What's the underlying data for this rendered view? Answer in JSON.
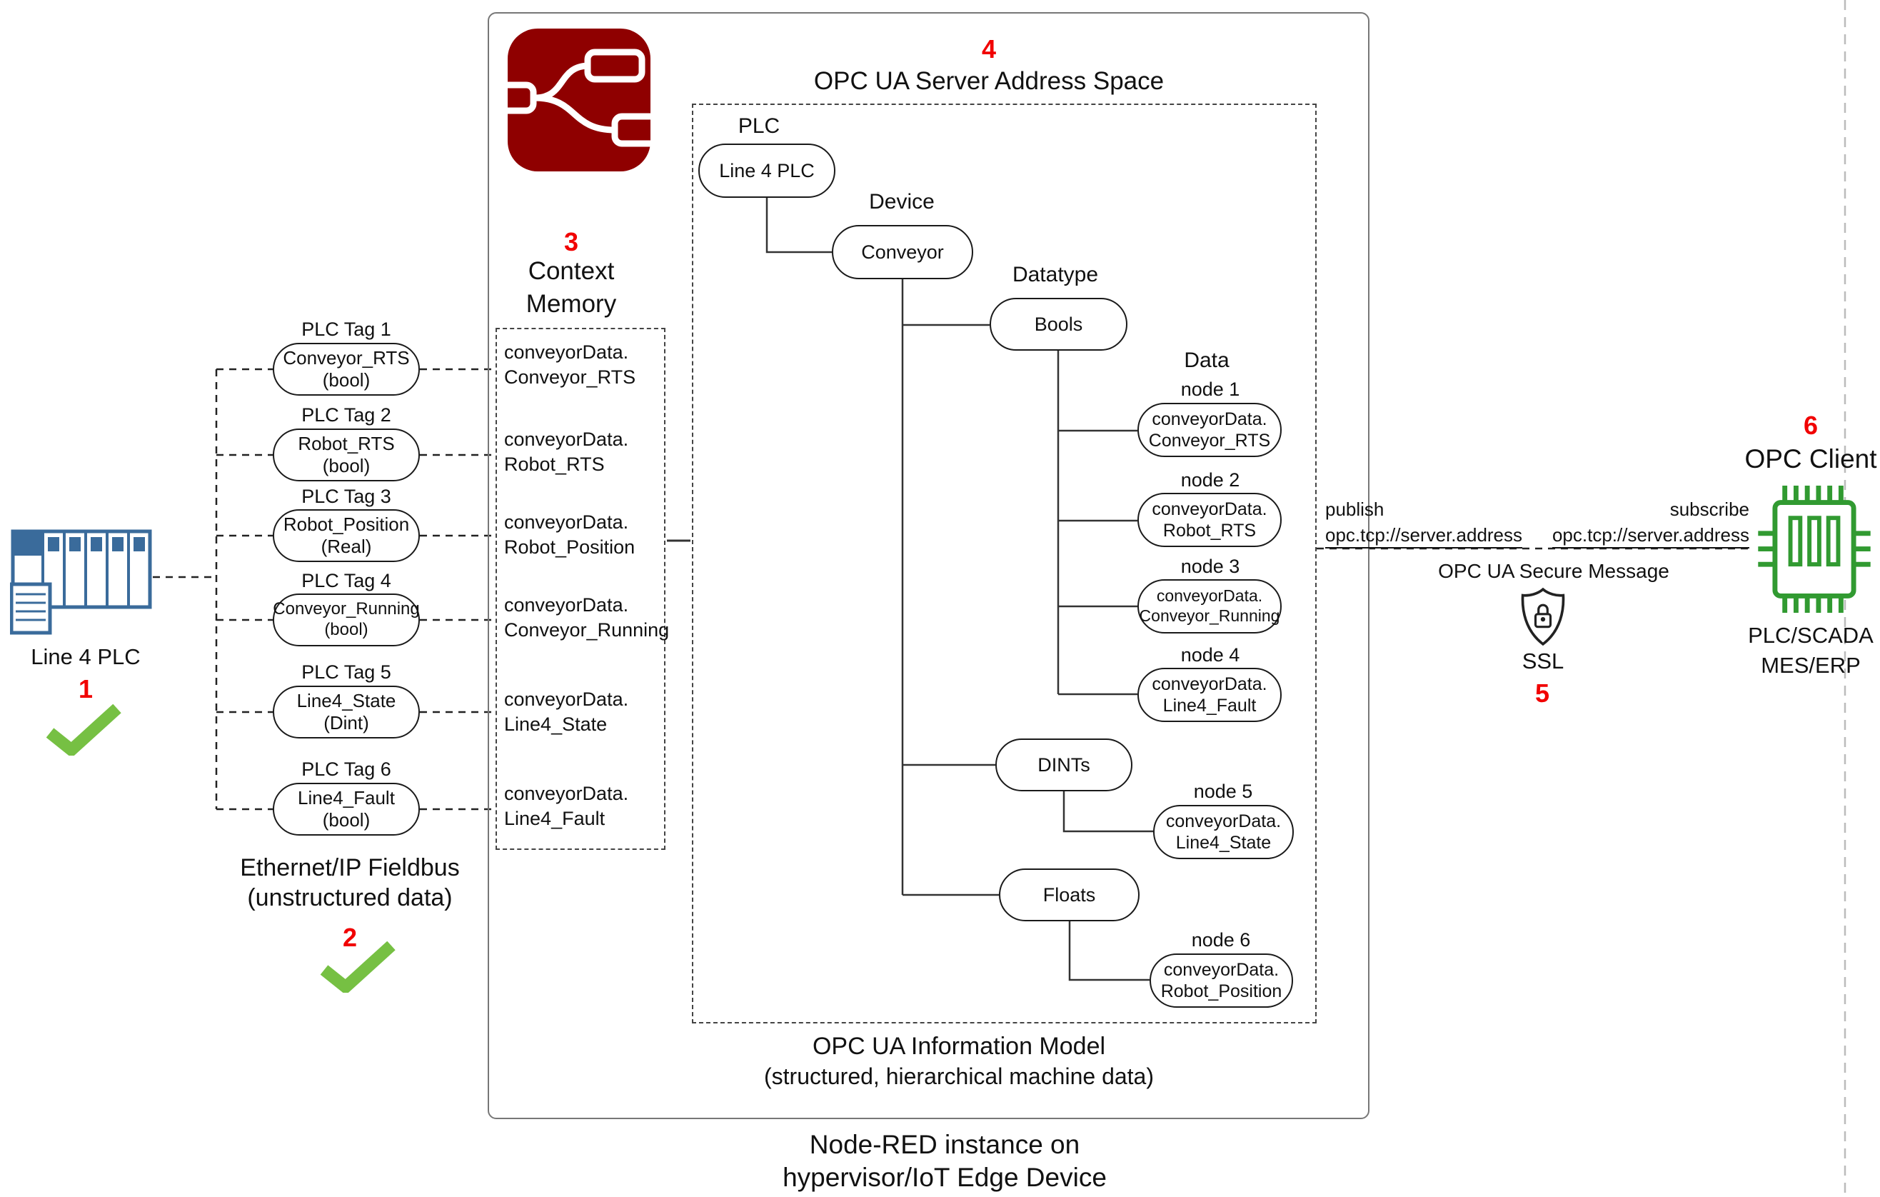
{
  "diagram": {
    "plc": {
      "step": "1",
      "label": "Line 4 PLC"
    },
    "tags": [
      {
        "title": "PLC Tag 1",
        "line1": "Conveyor_RTS",
        "line2": "(bool)"
      },
      {
        "title": "PLC Tag 2",
        "line1": "Robot_RTS",
        "line2": "(bool)"
      },
      {
        "title": "PLC Tag 3",
        "line1": "Robot_Position",
        "line2": "(Real)"
      },
      {
        "title": "PLC Tag 4",
        "line1": "Conveyor_Running",
        "line2": "(bool)"
      },
      {
        "title": "PLC Tag 5",
        "line1": "Line4_State",
        "line2": "(Dint)"
      },
      {
        "title": "PLC Tag 6",
        "line1": "Line4_Fault",
        "line2": "(bool)"
      }
    ],
    "fieldbus": {
      "step": "2",
      "line1": "Ethernet/IP Fieldbus",
      "line2": "(unstructured data)"
    },
    "context_memory": {
      "step": "3",
      "title_line1": "Context",
      "title_line2": "Memory",
      "entries": [
        {
          "line1": "conveyorData.",
          "line2": "Conveyor_RTS"
        },
        {
          "line1": "conveyorData.",
          "line2": "Robot_RTS"
        },
        {
          "line1": "conveyorData.",
          "line2": "Robot_Position"
        },
        {
          "line1": "conveyorData.",
          "line2": "Conveyor_Running"
        },
        {
          "line1": "conveyorData.",
          "line2": "Line4_State"
        },
        {
          "line1": "conveyorData.",
          "line2": "Line4_Fault"
        }
      ]
    },
    "address_space": {
      "step": "4",
      "title": "OPC UA Server Address Space",
      "levels": {
        "plc": "PLC",
        "device": "Device",
        "datatype": "Datatype",
        "data": "Data"
      },
      "plc_node": "Line 4 PLC",
      "device_node": "Conveyor",
      "datatype_nodes": [
        "Bools",
        "DINTs",
        "Floats"
      ],
      "data_nodes": [
        {
          "title": "node 1",
          "line1": "conveyorData.",
          "line2": "Conveyor_RTS"
        },
        {
          "title": "node 2",
          "line1": "conveyorData.",
          "line2": "Robot_RTS"
        },
        {
          "title": "node 3",
          "line1": "conveyorData.",
          "line2": "Conveyor_Running"
        },
        {
          "title": "node 4",
          "line1": "conveyorData.",
          "line2": "Line4_Fault"
        },
        {
          "title": "node 5",
          "line1": "conveyorData.",
          "line2": "Line4_State"
        },
        {
          "title": "node 6",
          "line1": "conveyorData.",
          "line2": "Robot_Position"
        }
      ],
      "footer_line1": "OPC UA Information Model",
      "footer_line2": "(structured, hierarchical machine data)"
    },
    "nodered": {
      "caption_line1": "Node-RED instance on",
      "caption_line2": "hypervisor/IoT Edge Device"
    },
    "connection": {
      "step": "5",
      "publish_label": "publish",
      "publish_address": "opc.tcp://server.address",
      "subscribe_label": "subscribe",
      "subscribe_address": "opc.tcp://server.address",
      "secure_label": "OPC UA Secure Message",
      "ssl_label": "SSL"
    },
    "client": {
      "step": "6",
      "title": "OPC Client",
      "line1": "PLC/SCADA",
      "line2": "MES/ERP"
    },
    "colors": {
      "step_red": "#f10000",
      "check_green": "#76c043",
      "nodered_red": "#8f0000",
      "plc_blue": "#3a6b9b",
      "client_green": "#319a31"
    }
  }
}
